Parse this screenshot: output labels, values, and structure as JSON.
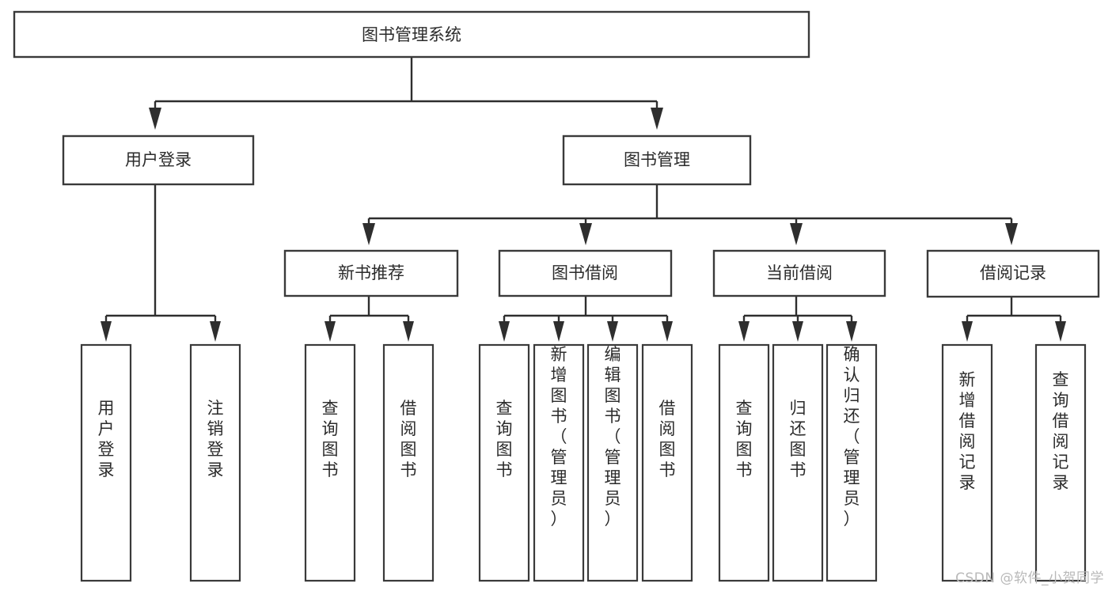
{
  "diagram": {
    "title": "图书管理系统",
    "watermark": "CSDN @软件_小贺同学",
    "accent_color": "#3a3a3a",
    "background_color": "#ffffff",
    "root": {
      "label": "图书管理系统",
      "id": "root"
    },
    "level2": [
      {
        "id": "user-login",
        "label": "用户登录"
      },
      {
        "id": "book-manage",
        "label": "图书管理"
      }
    ],
    "level3": [
      {
        "id": "new-book-recommend",
        "label": "新书推荐",
        "parent": "book-manage"
      },
      {
        "id": "book-borrow",
        "label": "图书借阅",
        "parent": "book-manage"
      },
      {
        "id": "current-borrow",
        "label": "当前借阅",
        "parent": "book-manage"
      },
      {
        "id": "borrow-record",
        "label": "借阅记录",
        "parent": "book-manage"
      }
    ],
    "leaves": [
      {
        "id": "leaf-user-login",
        "label": "用户登录",
        "parent": "user-login"
      },
      {
        "id": "leaf-logout-login",
        "label": "注销登录",
        "parent": "user-login"
      },
      {
        "id": "leaf-query-book-1",
        "label": "查询图书",
        "parent": "new-book-recommend"
      },
      {
        "id": "leaf-borrow-book-1",
        "label": "借阅图书",
        "parent": "new-book-recommend"
      },
      {
        "id": "leaf-query-book-2",
        "label": "查询图书",
        "parent": "book-borrow"
      },
      {
        "id": "leaf-add-book",
        "label": "新增图书（管理员）",
        "parent": "book-borrow"
      },
      {
        "id": "leaf-edit-book",
        "label": "编辑图书（管理员）",
        "parent": "book-borrow"
      },
      {
        "id": "leaf-borrow-book-2",
        "label": "借阅图书",
        "parent": "book-borrow"
      },
      {
        "id": "leaf-query-book-3",
        "label": "查询图书",
        "parent": "current-borrow"
      },
      {
        "id": "leaf-return-book",
        "label": "归还图书",
        "parent": "current-borrow"
      },
      {
        "id": "leaf-confirm-return",
        "label": "确认归还（管理员）",
        "parent": "current-borrow"
      },
      {
        "id": "leaf-add-record",
        "label": "新增借阅记录",
        "parent": "borrow-record"
      },
      {
        "id": "leaf-query-record",
        "label": "查询借阅记录",
        "parent": "borrow-record"
      }
    ]
  }
}
